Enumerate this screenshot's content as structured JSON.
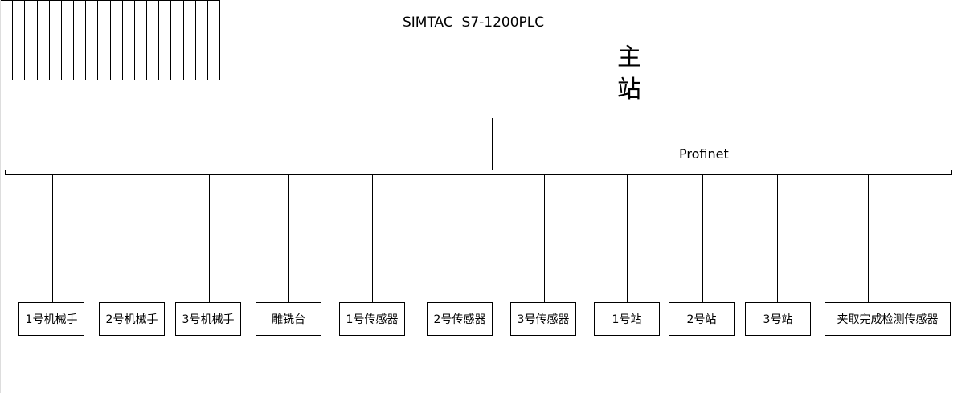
{
  "plc": {
    "title": "SIMTAC  S7-1200PLC",
    "slot_count": 18,
    "role_label": "主站"
  },
  "bus": {
    "label": "Profinet"
  },
  "nodes": [
    {
      "label": "1号机械手"
    },
    {
      "label": "2号机械手"
    },
    {
      "label": "3号机械手"
    },
    {
      "label": "雕铣台"
    },
    {
      "label": "1号传感器"
    },
    {
      "label": "2号传感器"
    },
    {
      "label": "3号传感器"
    },
    {
      "label": "1号站"
    },
    {
      "label": "2号站"
    },
    {
      "label": "3号站"
    },
    {
      "label": "夹取完成检测传感器"
    }
  ]
}
